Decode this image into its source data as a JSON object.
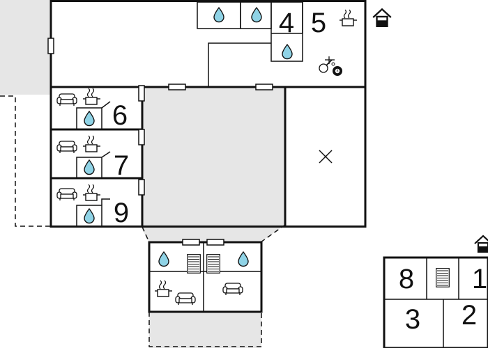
{
  "rooms": {
    "r4": "4",
    "r5": "5",
    "r6": "6",
    "r7": "7",
    "r9": "9",
    "r8": "8",
    "r1": "1",
    "r3": "3",
    "r2": "2"
  },
  "colors": {
    "wall": "#111111",
    "terrace": "#e6e6e6",
    "water_drop": "#8fd3e6",
    "background": "#ffffff"
  },
  "icons": [
    "water-drop-icon",
    "cooking-pot-icon",
    "sofa-icon",
    "stairs-icon",
    "house-entrance-icon",
    "table-tennis-icon",
    "billiard-icon"
  ]
}
